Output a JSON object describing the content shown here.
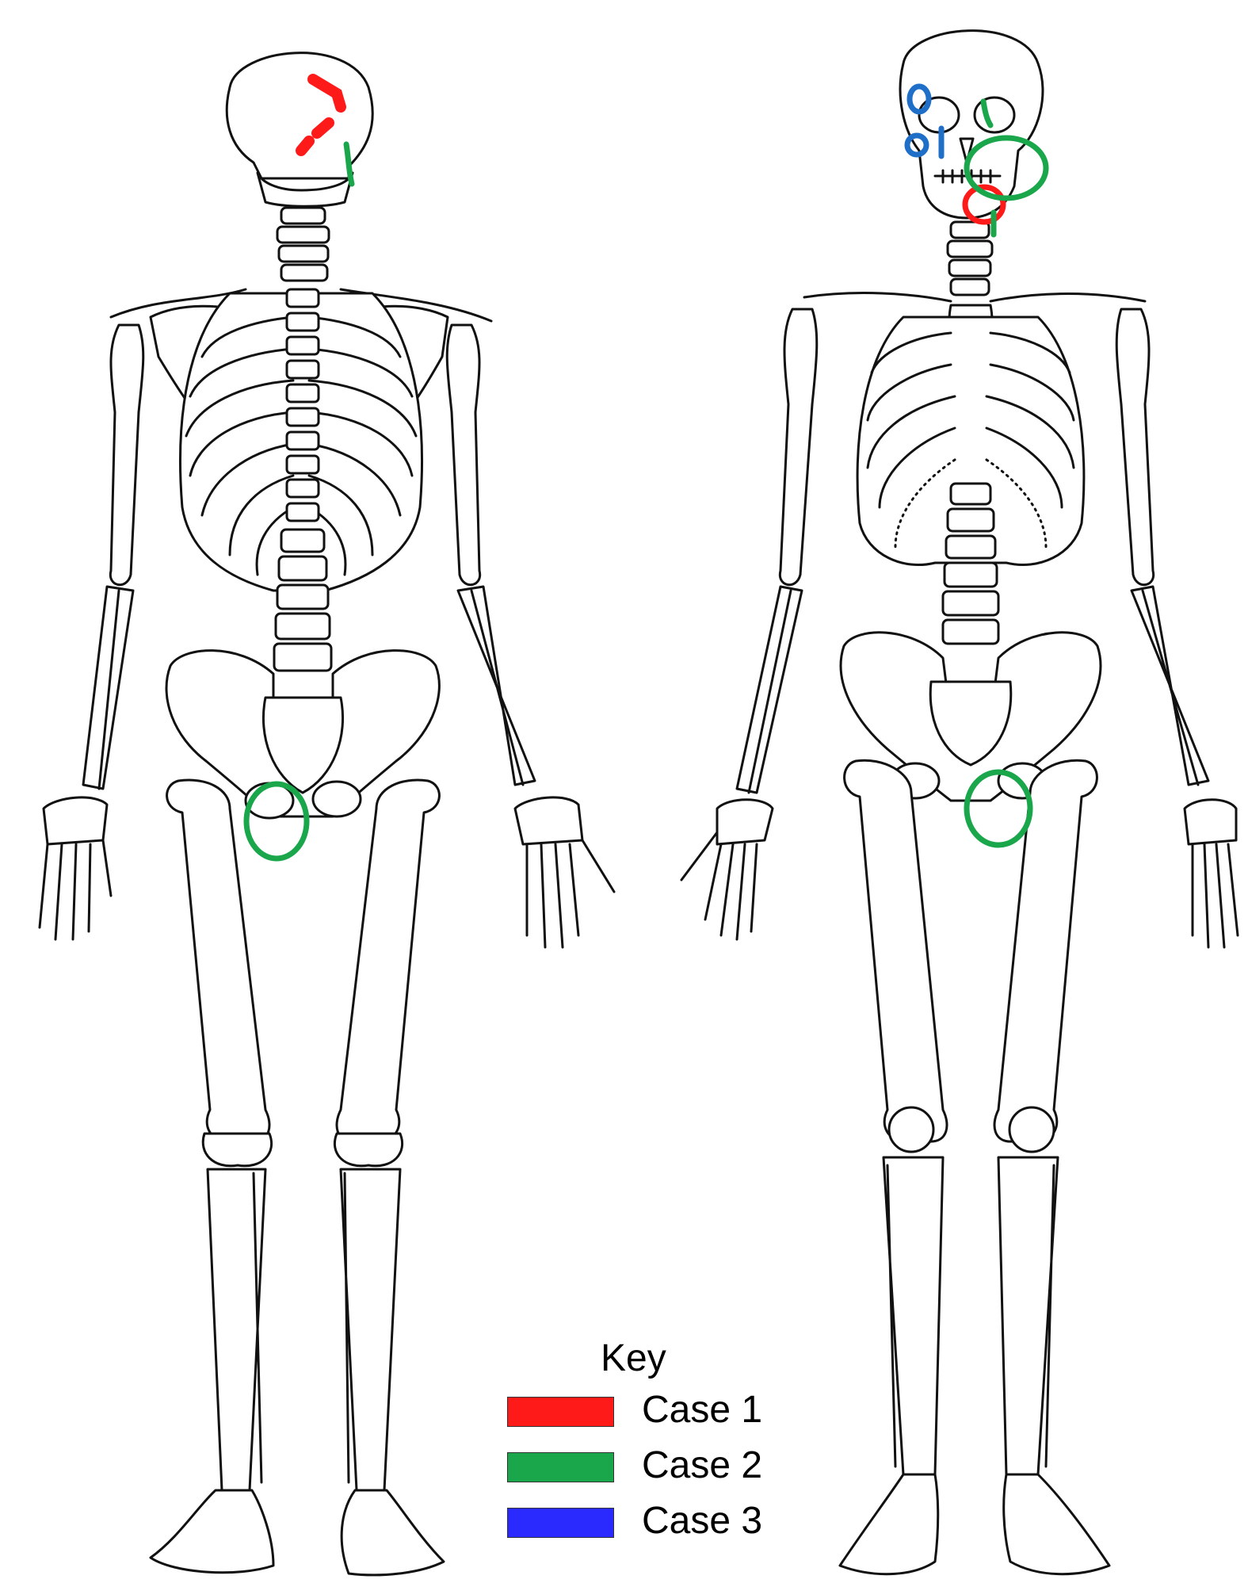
{
  "key": {
    "title": "Key",
    "entries": [
      {
        "label": "Case 1",
        "color": "#ff1a1a"
      },
      {
        "label": "Case 2",
        "color": "#1aa64b"
      },
      {
        "label": "Case 3",
        "color": "#2a2aff"
      }
    ]
  },
  "marker_colors": {
    "case1": "#ff1a1a",
    "case2": "#1aa64b",
    "case3": "#1f6fc9"
  }
}
